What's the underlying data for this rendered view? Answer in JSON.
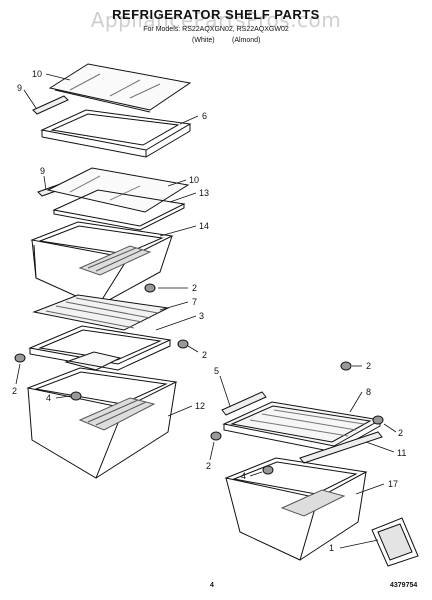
{
  "header": {
    "title": "REFRIGERATOR SHELF PARTS",
    "watermark": "AppliancePartsPros.com",
    "subtitle": "For Models: RS22AQXGN02, RS22AQXGW02",
    "note_left": "(White)",
    "note_right": "(Almond)"
  },
  "callouts": {
    "c10a": "10",
    "c9a": "9",
    "c6": "6",
    "c9b": "9",
    "c10b": "10",
    "c13": "13",
    "c14": "14",
    "c2a": "2",
    "c7": "7",
    "c3": "3",
    "c2b": "2",
    "c2c": "2",
    "c4a": "4",
    "c12": "12",
    "c5": "5",
    "c2d": "2",
    "c8": "8",
    "c2e": "2",
    "c11": "11",
    "c2f": "2",
    "c4b": "4",
    "c17": "17",
    "c1": "1"
  },
  "footer": {
    "page_number": "4",
    "part_number": "4379754"
  }
}
